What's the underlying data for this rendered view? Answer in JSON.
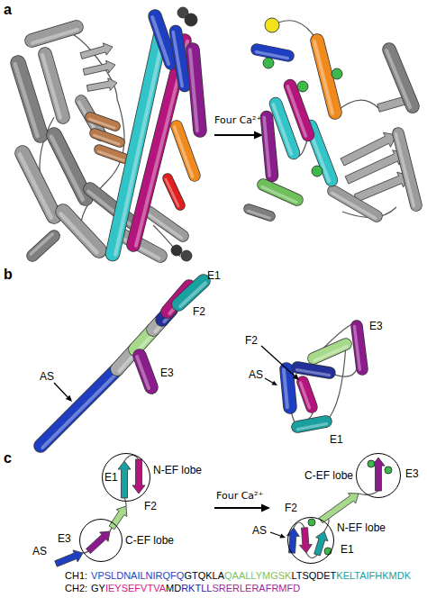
{
  "diagram": {
    "nodes": [
      {
        "text": [
          "N-EF lobe"
        ]
      },
      {
        "text": [
          "C-EF lobe"
        ]
      },
      {
        "text": [
          "C-EF lobe"
        ]
      },
      {
        "text": [
          "N-EF lobe"
        ]
      }
    ],
    "labels": [
      "a",
      "Four Ca²⁺",
      "b",
      "E1",
      "F2",
      "AS",
      "E3",
      "F2",
      "E3",
      "AS",
      "E1",
      "c",
      "E1",
      "F2",
      "E3",
      "AS",
      "Four Ca²⁺",
      "E3",
      "F2",
      "AS",
      "E1",
      "CH1:",
      "VPSLDNAILNIRQFQ",
      "GTQKLA",
      "QAALLYMGSK",
      "LTSQDET",
      "KELTAIFHKMDK",
      "CH2:",
      "GY",
      "IEYSEFVTVA",
      "MD",
      "RKTLL",
      "SRERLERAFRMFD"
    ]
  }
}
